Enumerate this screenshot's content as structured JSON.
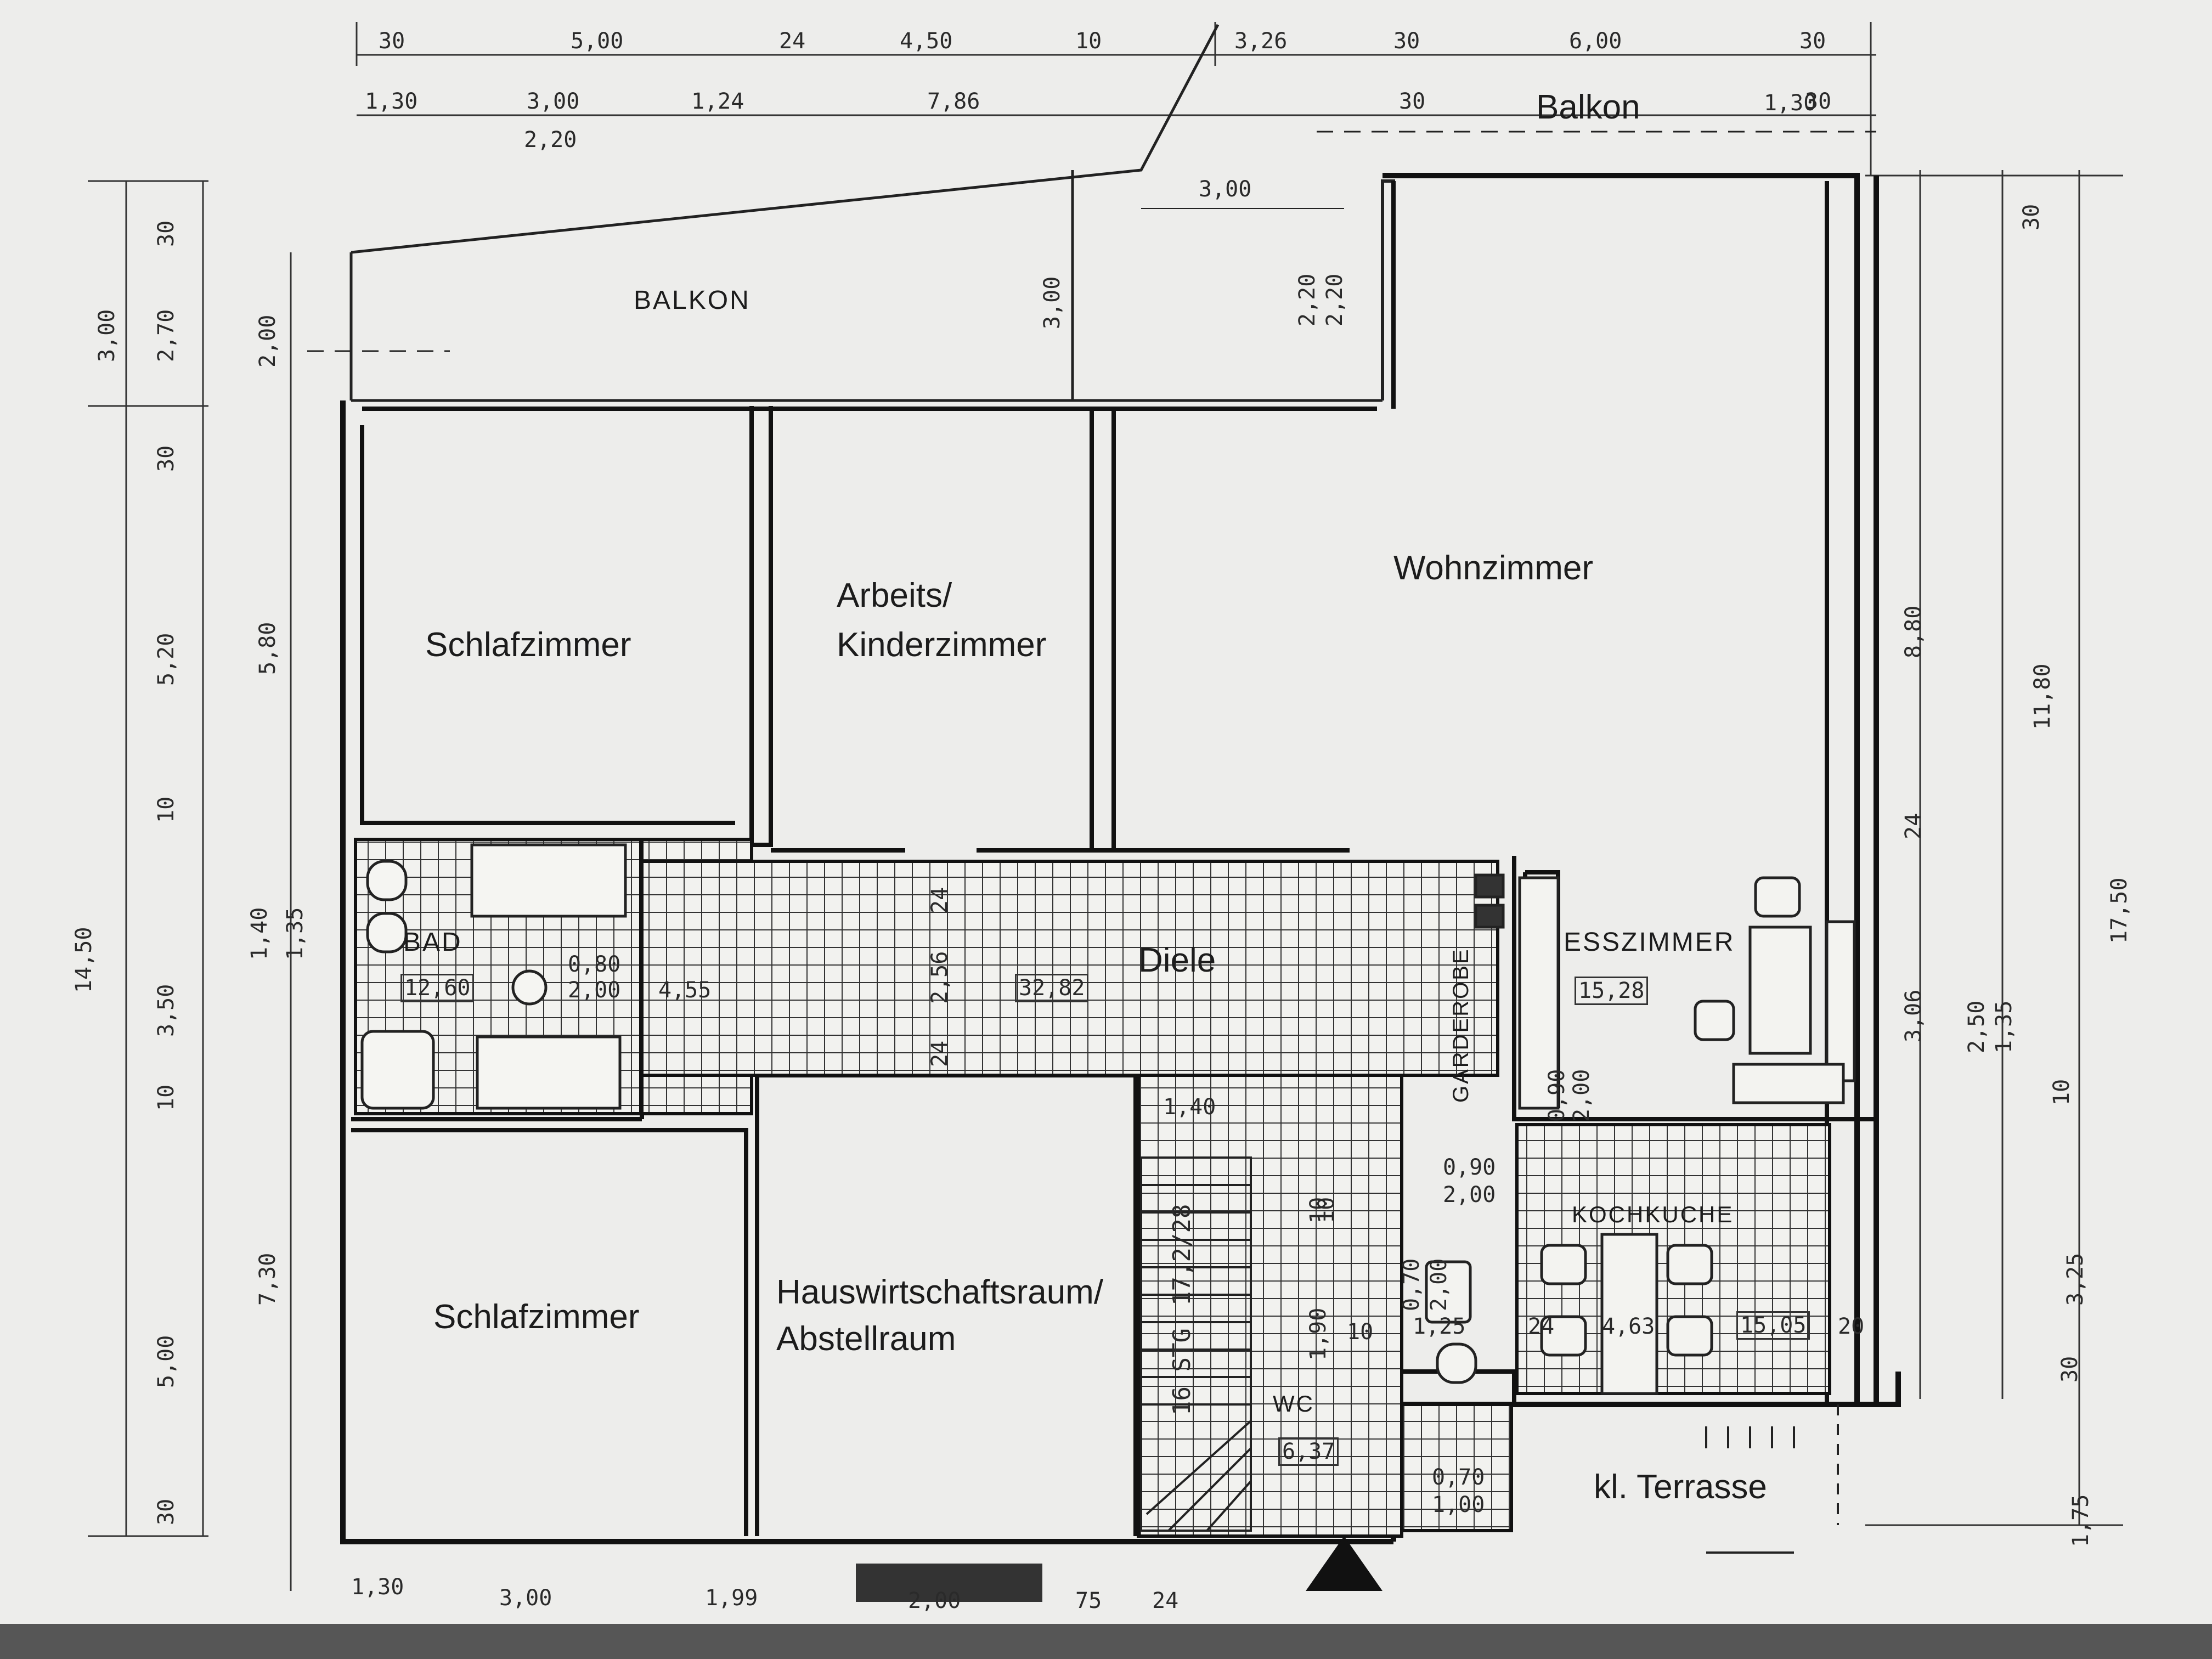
{
  "rooms": {
    "balkon_top": "Balkon",
    "balkon": "BALKON",
    "schlafzimmer_1": "Schlafzimmer",
    "arbeits_line1": "Arbeits/",
    "arbeits_line2": "Kinderzimmer",
    "wohnzimmer": "Wohnzimmer",
    "bad": "BAD",
    "diele": "Diele",
    "garderobe": "GARDEROBE",
    "esszimmer": "ESSZIMMER",
    "kochkuche": "KOCHKUCHE",
    "schlafzimmer_2": "Schlafzimmer",
    "hwr_line1": "Hauswirtschaftsraum/",
    "hwr_line2": "Abstellraum",
    "wc": "WC",
    "terrasse": "kl. Terrasse"
  },
  "areas": {
    "bad": "12,60",
    "diele": "32,82",
    "esszimmer": "15,28",
    "kochkuche": "15,05",
    "wc": "6,37"
  },
  "stairs": {
    "steps": "16 STG",
    "ratio": "17,2/28"
  },
  "dimensions": {
    "top_row1": [
      "30",
      "5,00",
      "24",
      "4,50",
      "10",
      "3,26",
      "30",
      "6,00",
      "30"
    ],
    "top_row2": [
      "1,30",
      "3,00",
      "1,24",
      "7,86",
      "30",
      "30"
    ],
    "top_row3": [
      "2,20",
      "3,00"
    ],
    "left_outer": [
      "30",
      "2,70",
      "30",
      "5,20",
      "10",
      "3,50",
      "10",
      "5,00",
      "30"
    ],
    "left_totals": [
      "3,00",
      "14,50"
    ],
    "left_inner": [
      "2,00",
      "5,80",
      "1,40",
      "1,35",
      "7,30"
    ],
    "right_inner": [
      "8,80",
      "24",
      "3,06"
    ],
    "right_outer": [
      "30",
      "11,80",
      "2,50",
      "1,35",
      "10",
      "3,25",
      "30",
      "1,75"
    ],
    "right_total": "17,50",
    "balkon": [
      "3,00",
      "2,20",
      "2,20"
    ],
    "interior": [
      "0,80",
      "2,00",
      "4,55",
      "24",
      "2,56",
      "24",
      "1,40",
      "0,90",
      "2,00",
      "0,90",
      "2,00",
      "10",
      "1,90",
      "10",
      "0,70",
      "2,00",
      "1,25",
      "24",
      "4,63",
      "20",
      "0,70",
      "1,00",
      "10",
      "1,30"
    ],
    "bottom": [
      "1,30",
      "3,00",
      "1,99",
      "75",
      "2,00",
      "24"
    ]
  }
}
